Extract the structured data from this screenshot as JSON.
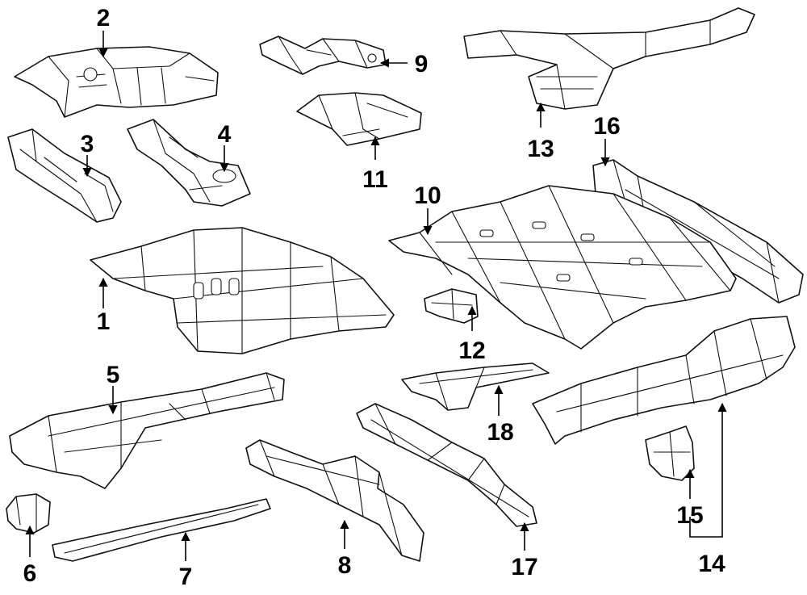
{
  "diagram": {
    "colors": {
      "line": "#111111",
      "background": "#ffffff"
    },
    "callouts": {
      "c1": "1",
      "c2": "2",
      "c3": "3",
      "c4": "4",
      "c5": "5",
      "c6": "6",
      "c7": "7",
      "c8": "8",
      "c9": "9",
      "c10": "10",
      "c11": "11",
      "c12": "12",
      "c13": "13",
      "c14": "14",
      "c15": "15",
      "c16": "16",
      "c17": "17",
      "c18": "18"
    }
  }
}
